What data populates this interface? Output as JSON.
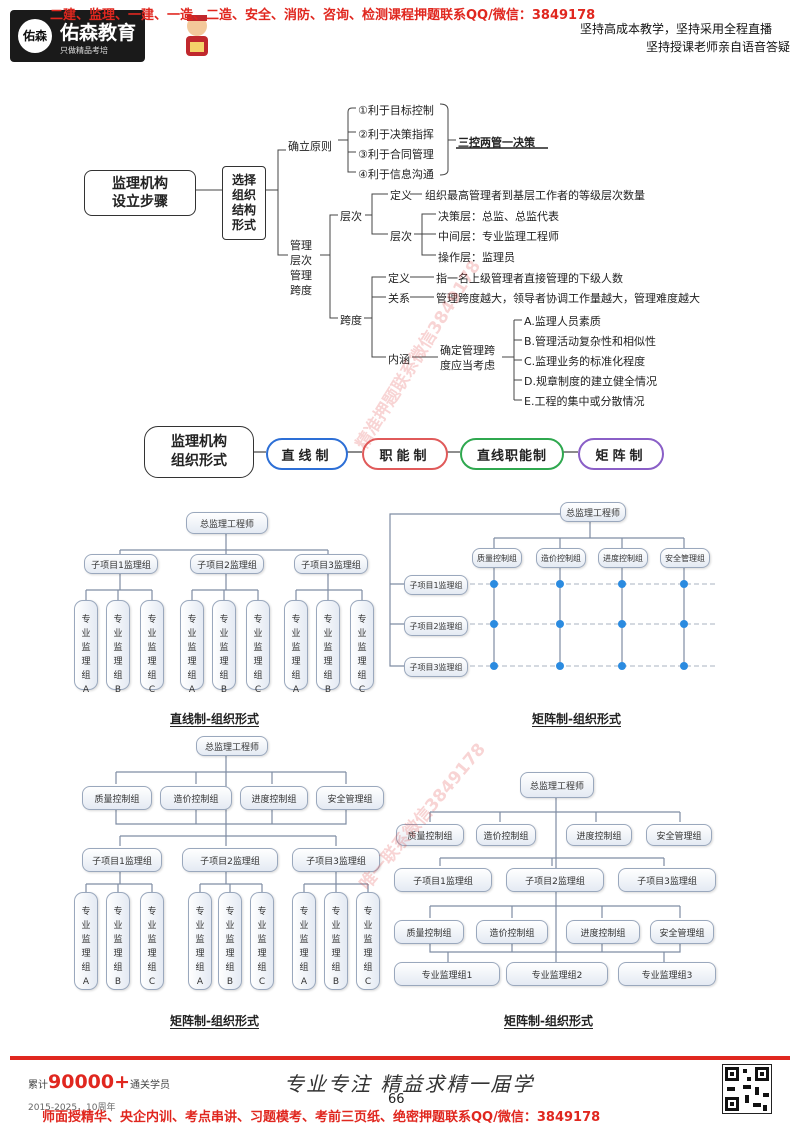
{
  "header": {
    "logo_name": "佑森教育",
    "logo_sub": "只做精品考培",
    "logo_seal": "佑森",
    "top_red_line": "二建、监理、一建、一造、二造、安全、消防、咨询、检测课程押题联系QQ/微信：3849178",
    "right_line1": "坚持高成本教学，坚持采用全程直播",
    "right_line2": "坚持授课老师亲自语音答疑"
  },
  "mindmap": {
    "root": "监理机构\n设立步骤",
    "select": "选择\n组织\n结构\n形式",
    "principle": "确立原则",
    "principles": [
      "①利于目标控制",
      "②利于决策指挥",
      "③利于合同管理",
      "④利于信息沟通"
    ],
    "principle_summary": "三控两管一决策",
    "mgmt": "管理\n层次\n管理\n跨度",
    "level": "层次",
    "level_def_key": "定义",
    "level_def": "组织最高管理者到基层工作者的等级层次数量",
    "level_layers_key": "层次",
    "layers": [
      "决策层：总监、总监代表",
      "中间层：专业监理工程师",
      "操作层：监理员"
    ],
    "span": "跨度",
    "span_def_key": "定义",
    "span_def": "指一名上级管理者直接管理的下级人数",
    "span_rel_key": "关系",
    "span_rel": "管理跨度越大，领导者协调工作量越大，管理难度越大",
    "span_con_key": "内涵",
    "span_con": "确定管理跨\n度应当考虑",
    "factors": [
      "A.监理人员素质",
      "B.管理活动复杂性和相似性",
      "C.监理业务的标准化程度",
      "D.规章制度的建立健全情况",
      "E.工程的集中或分散情况"
    ]
  },
  "forms": {
    "title": "监理机构\n组织形式",
    "types": [
      "直线制",
      "职能制",
      "直线职能制",
      "矩阵制"
    ]
  },
  "diagrams": {
    "chief": "总监理工程师",
    "sub_groups": [
      "子项目1监理组",
      "子项目2监理组",
      "子项目3监理组"
    ],
    "sub_groups_m": [
      "子项目1监理组",
      "子项目2监理组",
      "子项目3监理组"
    ],
    "prof_group": "专\n业\n监\n理\n组",
    "prof_letters": [
      "A",
      "B",
      "C"
    ],
    "func_groups": [
      "质量控制组",
      "造价控制组",
      "进度控制组",
      "安全管理组"
    ],
    "prof_groups_wide": [
      "专业监理组1",
      "专业监理组2",
      "专业监理组3"
    ],
    "cap_line": "直线制-组织形式",
    "cap_matrix": "矩阵制-组织形式",
    "cap_bottom_left": "矩阵制-组织形式",
    "cap_bottom_right": "矩阵制-组织形式"
  },
  "watermarks": [
    "精准押题联系微信3849178",
    "唯一联系微信3849178"
  ],
  "footer": {
    "stat_prefix": "累计",
    "stat_num": "90000+",
    "stat_suffix": "通关学员",
    "years": "2015-2025，10周年",
    "motto": "专业专注  精益求精一届学",
    "page": "66",
    "red_line": "师面授精华、央企内训、考点串讲、习题模考、考前三页纸、绝密押题联系QQ/微信：3849178"
  },
  "colors": {
    "brand_red": "#e0271f",
    "pill_blue": "#2d6fd6",
    "pill_red": "#e05a5a",
    "pill_green": "#2fa84f",
    "pill_purple": "#8a5fc7",
    "dot_blue": "#2b8be0"
  }
}
